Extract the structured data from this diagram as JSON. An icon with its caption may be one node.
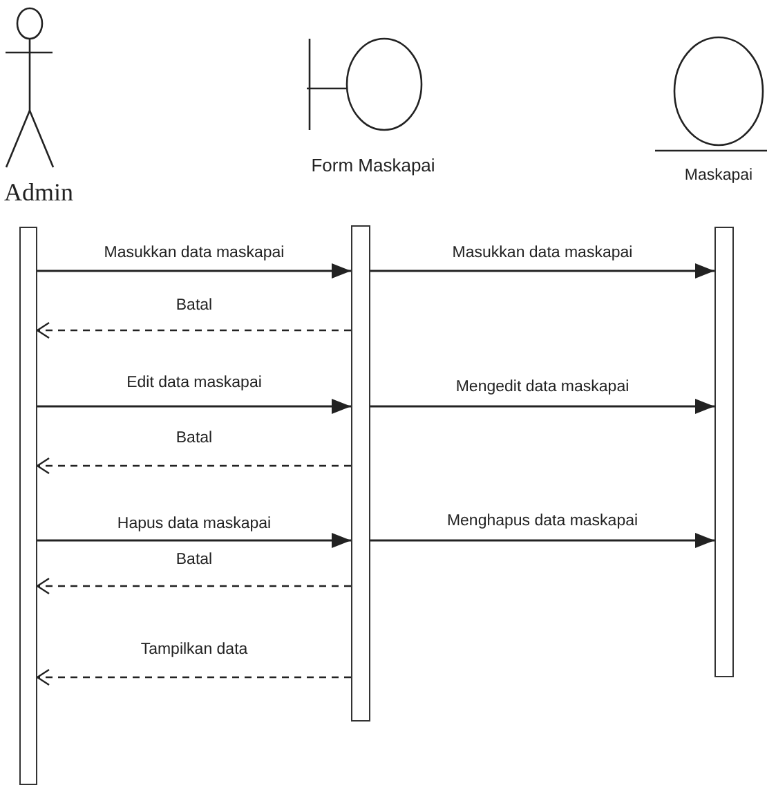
{
  "diagram": {
    "nodes": [
      {
        "text": [
          "Admin"
        ]
      },
      {
        "text": [
          "Form Maskapai"
        ]
      },
      {
        "text": [
          "Maskapai"
        ]
      },
      {
        "text": [],
        "shape": "bar"
      },
      {
        "text": [],
        "shape": "bar"
      },
      {
        "text": [],
        "shape": "bar"
      }
    ],
    "edges": [
      {
        "from": 3,
        "to": 4,
        "arrow": "to",
        "label": "Masukkan data maskapai"
      },
      {
        "from": 4,
        "to": 5,
        "arrow": "to",
        "label": "Masukkan data maskapai"
      },
      {
        "from": 4,
        "to": 3,
        "arrow": "to",
        "label": "Batal",
        "style": "dashed"
      },
      {
        "from": 3,
        "to": 4,
        "arrow": "to",
        "label": "Edit data maskapai"
      },
      {
        "from": 4,
        "to": 5,
        "arrow": "to",
        "label": "Mengedit data maskapai"
      },
      {
        "from": 4,
        "to": 3,
        "arrow": "to",
        "label": "Batal",
        "style": "dashed"
      },
      {
        "from": 3,
        "to": 4,
        "arrow": "to",
        "label": "Hapus data maskapai"
      },
      {
        "from": 4,
        "to": 5,
        "arrow": "to",
        "label": "Menghapus data maskapai"
      },
      {
        "from": 4,
        "to": 3,
        "arrow": "to",
        "label": "Batal",
        "style": "dashed"
      },
      {
        "from": 4,
        "to": 3,
        "arrow": "to",
        "label": "Tampilkan data",
        "style": "dashed"
      }
    ]
  }
}
